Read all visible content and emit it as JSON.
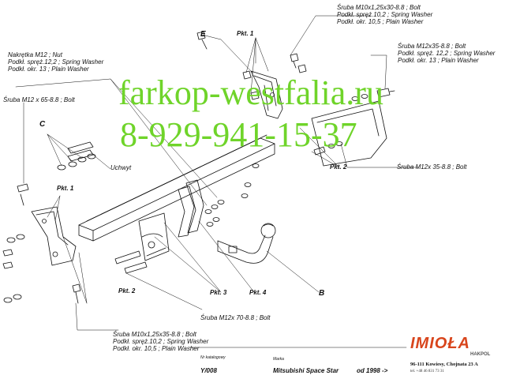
{
  "labels": {
    "bolt_top_right": [
      "Śruba M10x1,25x30-8.8 ;  Bolt",
      "Podkł. spręż.10,2 ; Spring Washer",
      "Podkł. okr. 10,5 ; Plain Washer"
    ],
    "bolt_right": [
      "Śruba M12x35-8.8 ;  Bolt",
      "Podkł. spręż. 12,2 ; Spring Washer",
      "Podkł. okr. 13 ; Plain Washer"
    ],
    "nut_left": [
      "Nakrętka  M12 ; Nut",
      "Podkł. spręż.12,2 ; Spring Washer",
      "Podkł. okr. 13 ; Plain Washer"
    ],
    "bolt_m12x65": "Śruba M12 x 65-8.8 ; Bolt",
    "uchwyt": "Uchwyt",
    "bolt_m12x35_right": "Śruba M12x 35-8.8 ; Bolt",
    "bolt_m12x70": "Śruba M12x 70-8.8 ; Bolt",
    "bolt_bottom_left": [
      "Śruba M10x1,25x35-8.8 ;  Bolt",
      "Podkł. spręż.10,2 ; Spring Washer",
      "Podkł. okr. 10,5 ; Plain Washer"
    ]
  },
  "points": {
    "pkt1_top": "Pkt. 1",
    "pkt1_left": "Pkt. 1",
    "pkt2_right": "Pkt. 2",
    "pkt2_bottom": "Pkt. 2",
    "pkt3": "Pkt. 3",
    "pkt4": "Pkt. 4"
  },
  "letters": {
    "e": "E",
    "c": "C",
    "b": "B"
  },
  "watermark": {
    "line1": "farkop-westfalia.ru",
    "line2": "8-929-941-15-37"
  },
  "footer": {
    "catalog_label": "Nr katalogowy",
    "catalog_value": "Y/008",
    "brand_label": "Marka",
    "brand_value": "Mitsubishi Space Star",
    "year_value": "od 1998 ->",
    "logo": "IMIOŁA",
    "logo_sub": "HAKPOL",
    "address": "96-111 Kowiesy, Chojnata 23 A",
    "phone": "tel. +48 46 831 73 31"
  },
  "colors": {
    "watermark": "#6fd42a",
    "logo": "#d8451c",
    "ink": "#111111"
  }
}
